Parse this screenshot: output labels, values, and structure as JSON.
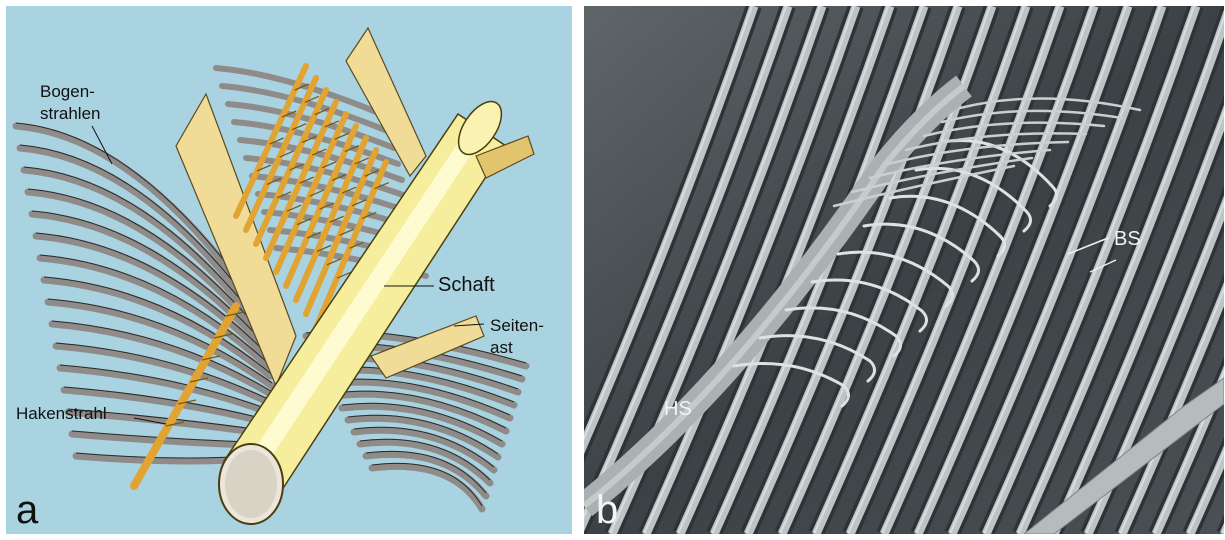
{
  "panel_a": {
    "letter": "a",
    "labels": {
      "bogen_line1": "Bogen-",
      "bogen_line2": "strahlen",
      "schaft": "Schaft",
      "seiten_line1": "Seiten-",
      "seiten_line2": "ast",
      "haken": "Hakenstrahl"
    }
  },
  "panel_b": {
    "letter": "b",
    "labels": {
      "bs": "BS",
      "hs": "HS"
    }
  },
  "colors": {
    "panel_a_background": "#a9d3e0",
    "shaft": "#f6ee9c",
    "branch": "#f0dc96",
    "hook_radius": "#e1a332",
    "barbule": "#8f8b89",
    "sem_background": "#3e4548",
    "sem_fiber": "#bcc4c5"
  }
}
